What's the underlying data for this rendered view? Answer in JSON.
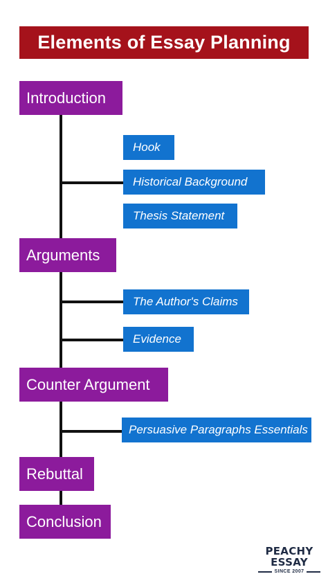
{
  "title": "Elements of Essay Planning",
  "sections": [
    {
      "label": "Introduction",
      "items": [
        "Hook",
        "Historical Background",
        "Thesis Statement"
      ]
    },
    {
      "label": "Arguments",
      "items": [
        "The Author's Claims",
        "Evidence"
      ]
    },
    {
      "label": "Counter Argument",
      "items": [
        "Persuasive Paragraphs Essentials"
      ]
    },
    {
      "label": "Rebuttal",
      "items": []
    },
    {
      "label": "Conclusion",
      "items": []
    }
  ],
  "brand": {
    "name": "PEACHY ESSAY",
    "since": "SINCE 2007"
  },
  "colors": {
    "title_bg": "#a5121b",
    "section_bg": "#8c1b9c",
    "item_bg": "#1273cf",
    "line": "#111111"
  }
}
